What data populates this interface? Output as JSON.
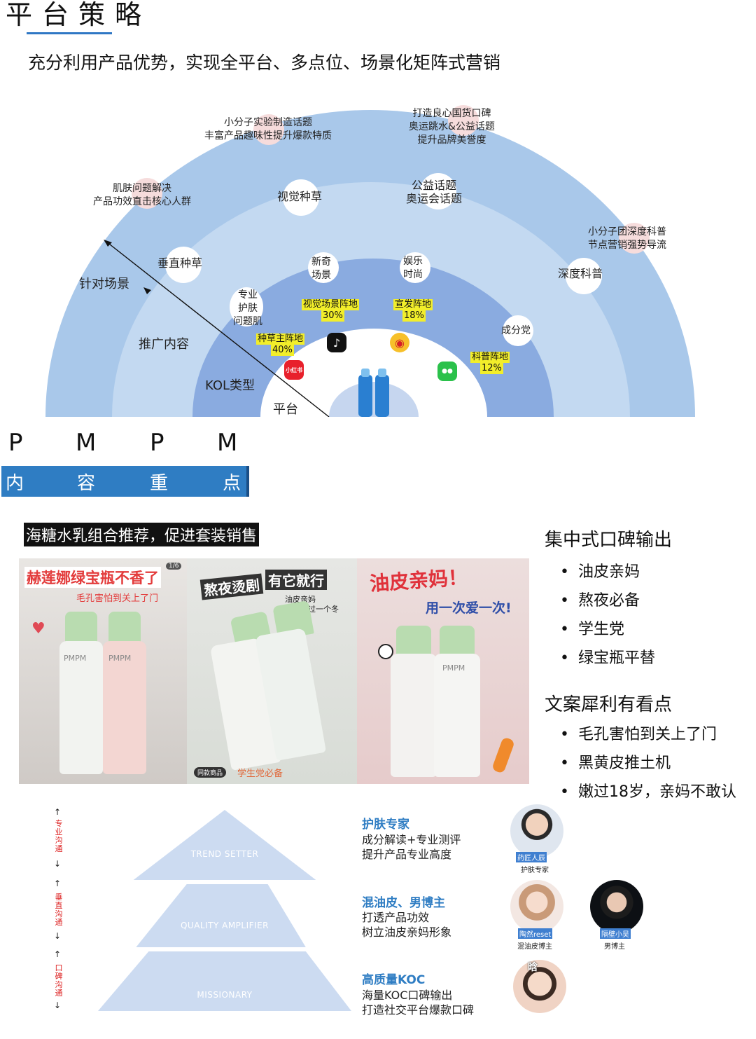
{
  "header": {
    "title": "平台策略",
    "subtitle": "充分利用产品优势，实现全平台、多点位、场景化矩阵式营销"
  },
  "strategy": {
    "axes": {
      "scene": "针对场景",
      "content": "推广内容",
      "kol": "KOL类型",
      "platform": "平台"
    },
    "outer_notes": [
      "小分子实验制造话题\n丰富产品趣味性提升爆款特质",
      "打造良心国货口碑\n奥运跳水&公益话题\n提升品牌美誉度",
      "肌肤问题解决\n产品功效直击核心人群",
      "小分子团深度科普\n节点营销强势导流"
    ],
    "content_nodes": [
      "垂直种草",
      "视觉种草",
      "公益话题\n奥运会话题",
      "深度科普"
    ],
    "kol_nodes": [
      "专业\n护肤\n问题肌",
      "新奇\n场景",
      "娱乐\n时尚",
      "成分党"
    ],
    "platforms": [
      {
        "name": "种草主阵地",
        "share": "40%",
        "icon": "xiaohongshu-icon",
        "icon_text": "小红书",
        "color": "#e8202b"
      },
      {
        "name": "视觉场景阵地",
        "share": "30%",
        "icon": "douyin-icon",
        "icon_text": "♪",
        "color": "#111111"
      },
      {
        "name": "宣发阵地",
        "share": "18%",
        "icon": "weibo-icon",
        "icon_text": "◉",
        "color": "#f7c02a"
      },
      {
        "name": "科普阵地",
        "share": "12%",
        "icon": "wechat-icon",
        "icon_text": "●●",
        "color": "#2bc14b"
      }
    ],
    "colors": {
      "outer": "#a9c8ea",
      "middle": "#c3d9f1",
      "inner": "#8aabe0",
      "core": "#c6d6ef"
    }
  },
  "brand": {
    "letters": [
      "P",
      "M",
      "P",
      "M"
    ],
    "bar_chars": [
      "内",
      "容",
      "重",
      "点"
    ],
    "bar_color": "#2f7dc3"
  },
  "promo": {
    "tagline": "海糖水乳组合推荐，促进套装销售",
    "photos": [
      {
        "headline": "赫莲娜绿宝瓶不香了",
        "sub": "毛孔害怕到关上了门",
        "badge": "1/6",
        "bottle_a": "PMPM",
        "bottle_b": "PMPM"
      },
      {
        "headline": "熬夜烫剧",
        "headline2": "有它就行",
        "sub": "油皮亲妈\n不入坑过一个冬",
        "footer": "同款商品",
        "footer2": "学生党必备"
      },
      {
        "headline": "油皮亲妈！",
        "sub": "用一次爱一次!",
        "bottle": "PMPM"
      }
    ]
  },
  "highlights": {
    "sections": [
      {
        "heading": "集中式口碑输出",
        "items": [
          "油皮亲妈",
          "熬夜必备",
          "学生党",
          "绿宝瓶平替"
        ]
      },
      {
        "heading": "文案犀利有看点",
        "items": [
          "毛孔害怕到关上了门",
          "黑黄皮推土机",
          "嫩过18岁，亲妈不敢认"
        ]
      }
    ]
  },
  "pyramid": {
    "tiers": [
      "TREND SETTER",
      "QUALITY AMPLIFIER",
      "MISSIONARY"
    ],
    "side_labels": [
      "专业沟通",
      "垂直沟通",
      "口碑沟通"
    ],
    "kol_groups": [
      {
        "title": "护肤专家",
        "desc": "成分解读+专业测评\n提升产品专业高度",
        "people": [
          {
            "name": "药匠人辰",
            "role": "护肤专家"
          }
        ]
      },
      {
        "title": "混油皮、男博主",
        "desc": "打透产品功效\n树立油皮亲妈形象",
        "people": [
          {
            "name": "陶然reset",
            "role": "混油皮博主"
          },
          {
            "name": "隔壁小吴",
            "role": "男博主"
          }
        ]
      },
      {
        "title": "高质量KOC",
        "desc": "海量KOC口碑输出\n打造社交平台爆款口碑",
        "people": [
          {
            "name": "晗",
            "role": ""
          }
        ]
      }
    ]
  }
}
